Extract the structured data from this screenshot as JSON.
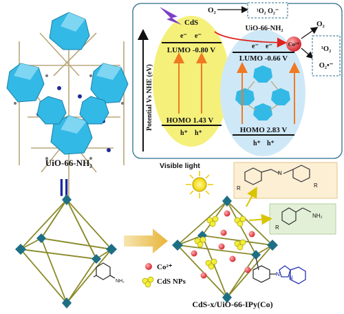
{
  "mof": {
    "name": "UiO-66-NH₂",
    "equals": "||"
  },
  "band_diagram": {
    "y_axis_label": "Potential Vs NHE (eV)",
    "cds_label": "CdS",
    "cds_lumo": "LUMO -0.80 V",
    "cds_homo": "HOMO 1.43 V",
    "uio_label": "UiO-66-NH₂",
    "uio_lumo": "LUMO -0.66 V",
    "uio_homo": "HOMO 2.83 V",
    "electron": "e⁻",
    "hole": "h⁺",
    "o2_top": "O₂",
    "singlet_o2_top": "¹O₂ O₂⁻",
    "o2_right": "O₂",
    "singlet_o2_right": "¹O₂",
    "superoxide_right": "O₂•⁻",
    "co_badge": "Co²⁺"
  },
  "lower": {
    "visible_light": "Visible light",
    "legend_co": "Co²⁺",
    "legend_cds": "CdS NPs",
    "product_label": "CdS-x/UiO-66-IPy(Co)",
    "nh2_label": "NH₂",
    "amine_nh2": "NH₂",
    "imine_n1": "N",
    "imine_r1": "R",
    "imine_r2": "R",
    "amine_r": "R",
    "n_label": "N",
    "n2_label": "N"
  },
  "colors": {
    "cds_band": "#f5f07a",
    "uio_band": "#cfe8f7",
    "cluster": "#33b9e6",
    "octahedron_edge": "#8a8a2a",
    "node": "#1d6f86",
    "arrow_orange": "#f07a22",
    "arrow_red": "#e0231e",
    "co_sphere": "#e8303a",
    "cds_np": "#f3ee3a",
    "product_box_tan": "#fcefd4",
    "product_box_green": "#e3f0d8"
  }
}
